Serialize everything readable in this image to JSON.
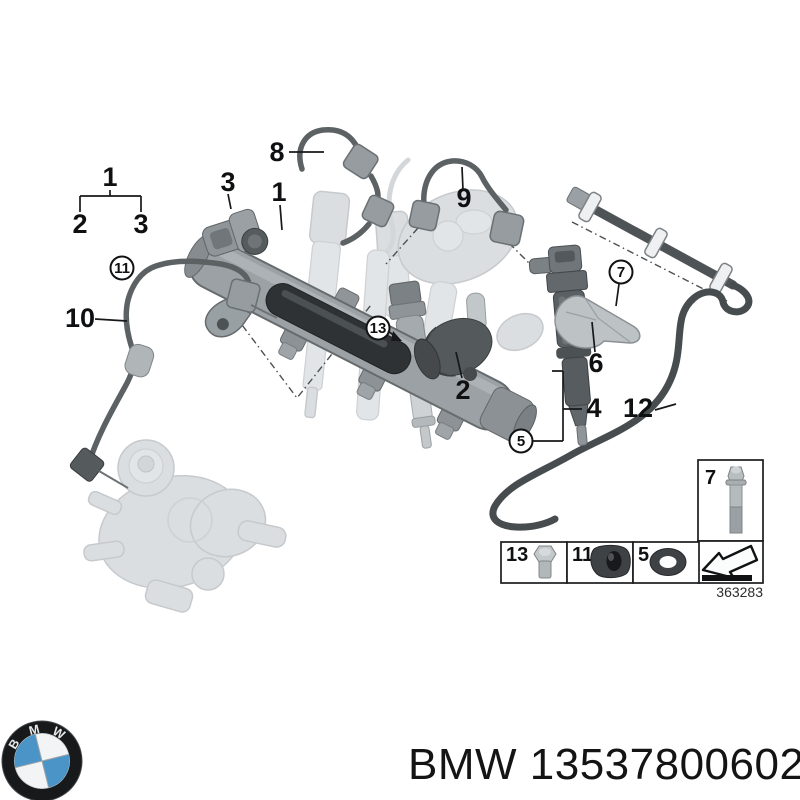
{
  "page": {
    "background": "#ffffff"
  },
  "product": {
    "brand": "BMW",
    "part_number": "13537800602",
    "footer_label": "BMW 13537800602"
  },
  "diagram": {
    "type": "parts-exploded-diagram",
    "drawing_number": "363283",
    "assembly_bracket": {
      "parent": "1",
      "left_child": "2",
      "right_child": "3"
    },
    "callouts": {
      "rail": "1",
      "pressure_regulator": "2",
      "pressure_sensor": "3",
      "injector": "4",
      "washer": "5",
      "support_bracket": "6",
      "screw": "7",
      "pipe_rail_top": "8",
      "pipe_rail_right": "9",
      "pipe_pump_to_rail": "10",
      "grommet": "11",
      "leak_hose": "12",
      "screw_plug": "13"
    },
    "legend": {
      "tall_box_label": "7",
      "cells": [
        {
          "label": "13",
          "item": "hex-bolt"
        },
        {
          "label": "11",
          "item": "grommet"
        },
        {
          "label": "5",
          "item": "washer"
        }
      ]
    }
  },
  "logo": {
    "letters": [
      "B",
      "M",
      "W"
    ]
  },
  "colors": {
    "bmw_blue": "#4a94c7",
    "part_dark": "#4e5356",
    "ghost_gray": "#dbdee1"
  }
}
